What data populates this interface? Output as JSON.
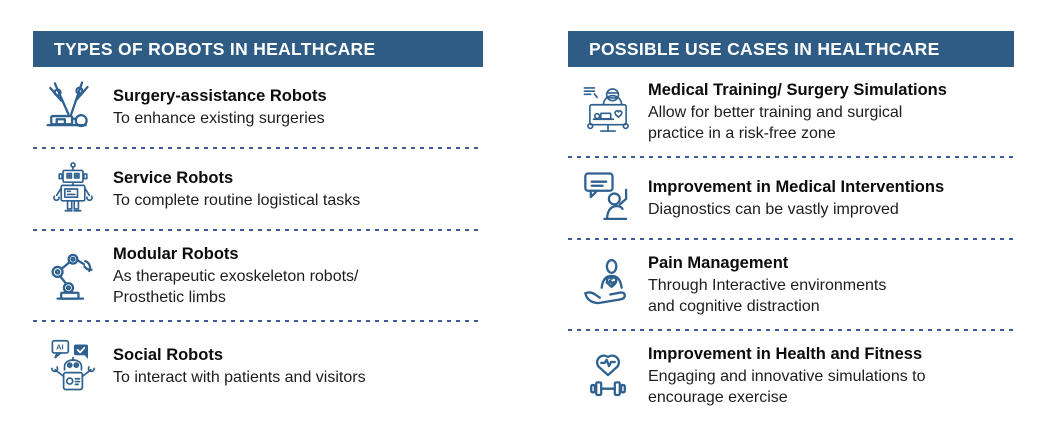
{
  "colors": {
    "banner_bg": "#2E5C84",
    "banner_text": "#FFFFFF",
    "icon_stroke": "#2E618F",
    "separator_dash": "#3C5C9E",
    "title_text": "#0C0C0C",
    "body_text": "#1D1D1D",
    "background": "#FFFFFF"
  },
  "left_panel": {
    "header": "TYPES OF ROBOTS IN HEALTHCARE",
    "items": [
      {
        "icon": "surgery-robot-icon",
        "title": "Surgery-assistance Robots",
        "description": "To enhance existing surgeries"
      },
      {
        "icon": "service-robot-icon",
        "title": "Service Robots",
        "description": "To complete routine logistical tasks"
      },
      {
        "icon": "robotic-arm-icon",
        "title": "Modular Robots",
        "description": "As therapeutic exoskeleton robots/\nProsthetic limbs"
      },
      {
        "icon": "social-robot-icon",
        "icon_badge": "AI",
        "title": "Social Robots",
        "description": "To interact with patients and visitors"
      }
    ]
  },
  "right_panel": {
    "header": "POSSIBLE USE CASES IN HEALTHCARE",
    "items": [
      {
        "icon": "surgery-simulation-monitor-icon",
        "title": "Medical Training/ Surgery Simulations",
        "description": "Allow for better training and surgical\npractice in a risk-free zone"
      },
      {
        "icon": "speech-bubble-person-icon",
        "title": "Improvement in Medical Interventions",
        "description": "Diagnostics can be vastly improved"
      },
      {
        "icon": "caring-hand-heart-icon",
        "title": "Pain Management",
        "description": "Through Interactive environments\nand cognitive distraction"
      },
      {
        "icon": "heart-pulse-dumbbell-icon",
        "title": "Improvement in Health and Fitness",
        "description": "Engaging and innovative simulations to\nencourage exercise"
      }
    ]
  }
}
